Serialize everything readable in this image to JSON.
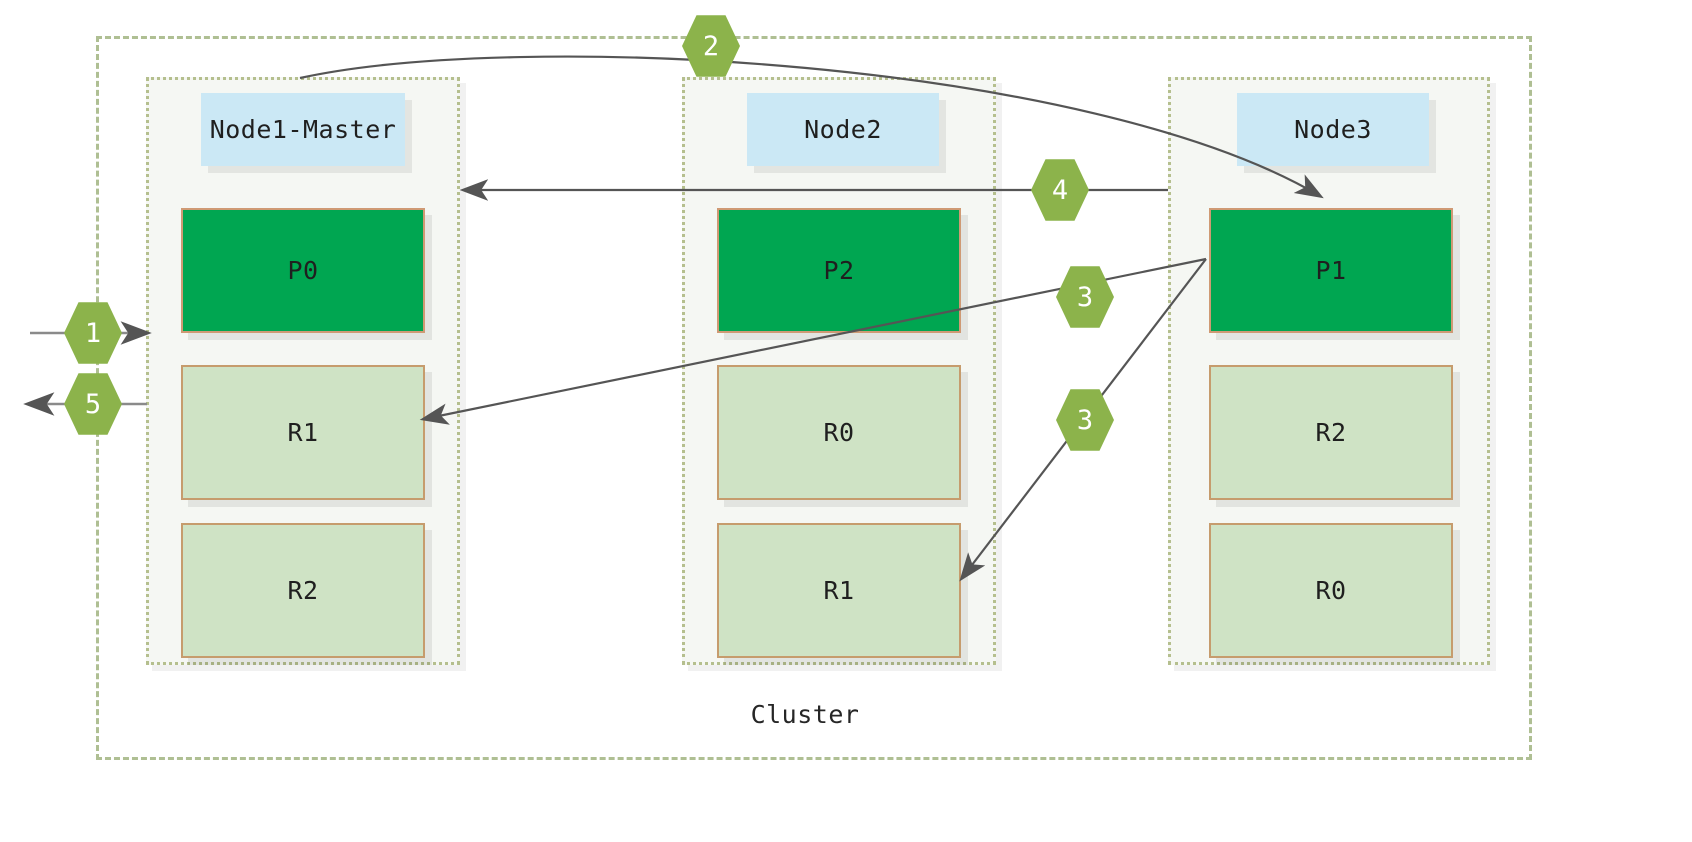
{
  "diagram": {
    "title": "Cluster",
    "caption": "Cluster"
  },
  "colors": {
    "primary_shard": "#00a651",
    "replica_shard": "#cfe3c5",
    "node_title": "#cbe8f5",
    "badge": "#8cb34b",
    "cluster_border": "#afbf93",
    "node_border": "#b5bf8e",
    "arrow": "#555555"
  },
  "nodes": [
    {
      "id": "node1",
      "label": "Node1-Master",
      "shards": [
        {
          "label": "P0",
          "kind": "primary"
        },
        {
          "label": "R1",
          "kind": "replica"
        },
        {
          "label": "R2",
          "kind": "replica"
        }
      ]
    },
    {
      "id": "node2",
      "label": "Node2",
      "shards": [
        {
          "label": "P2",
          "kind": "primary"
        },
        {
          "label": "R0",
          "kind": "replica"
        },
        {
          "label": "R1",
          "kind": "replica"
        }
      ]
    },
    {
      "id": "node3",
      "label": "Node3",
      "shards": [
        {
          "label": "P1",
          "kind": "primary"
        },
        {
          "label": "R2",
          "kind": "replica"
        },
        {
          "label": "R0",
          "kind": "replica"
        }
      ]
    }
  ],
  "steps": [
    {
      "id": "step-1",
      "label": "1",
      "description": "client request enters cluster at Node1-Master"
    },
    {
      "id": "step-2",
      "label": "2",
      "description": "Node1-Master routes request to Node3 primary P1"
    },
    {
      "id": "step-3a",
      "label": "3",
      "description": "P1 replicates to R1 on Node1-Master"
    },
    {
      "id": "step-3b",
      "label": "3",
      "description": "P1 replicates to R1 on Node2"
    },
    {
      "id": "step-4",
      "label": "4",
      "description": "acknowledgement returns to Node1-Master"
    },
    {
      "id": "step-5",
      "label": "5",
      "description": "response returned to client"
    }
  ]
}
